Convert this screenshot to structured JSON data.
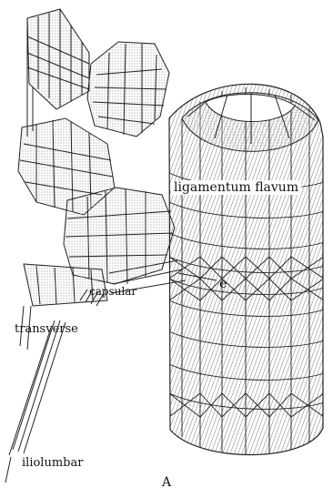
{
  "labels": {
    "ligamentum_flavum": "ligamentum flavum",
    "capsular": "capsular",
    "transverse": "transverse",
    "iliolumbar": "iliolumbar",
    "point_e": "e",
    "panel": "A"
  },
  "colors": {
    "ink": "#111111",
    "mesh": "#222222",
    "shade": "#8a8a8a",
    "background": "#ffffff"
  }
}
